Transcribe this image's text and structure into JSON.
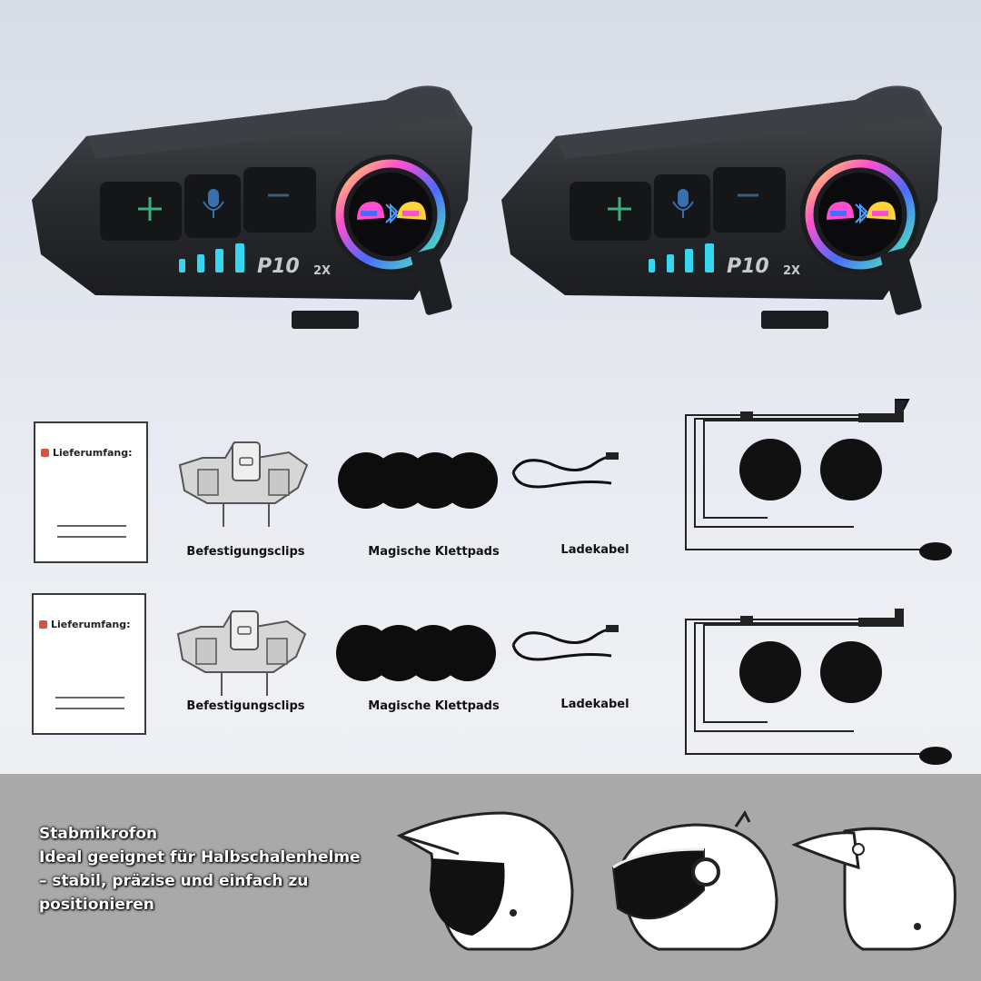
{
  "product": {
    "device_brand": "P10",
    "device_model_suffix": "2X",
    "ring_icons": [
      "helmet-icon",
      "bluetooth-icon",
      "helmet-icon"
    ],
    "buttons": [
      "plus-icon",
      "microphone-icon",
      "minus-icon"
    ]
  },
  "package_rows": [
    {
      "card_title": "Lieferumfang:",
      "items": [
        {
          "label": "Befestigungsclips",
          "icon": "mounting-clip-icon"
        },
        {
          "label": "Magische Klettpads",
          "icon": "velcro-pads-icon"
        },
        {
          "label": "Ladekabel",
          "icon": "usb-cable-icon"
        }
      ],
      "extra_icon": "headset-speakers-mic-icon"
    },
    {
      "card_title": "Lieferumfang:",
      "items": [
        {
          "label": "Befestigungsclips",
          "icon": "mounting-clip-icon"
        },
        {
          "label": "Magische Klettpads",
          "icon": "velcro-pads-icon"
        },
        {
          "label": "Ladekabel",
          "icon": "usb-cable-icon"
        }
      ],
      "extra_icon": "headset-speakers-mic-icon"
    }
  ],
  "bottom": {
    "lines": [
      "Stabmikrofon",
      "Ideal geeignet für Halbschalenhelme",
      "– stabil, präzise und einfach zu",
      "positionieren"
    ],
    "helmets": [
      "open-face-helmet-icon",
      "visor-helmet-icon",
      "half-shell-helmet-icon"
    ]
  },
  "colors": {
    "band": "#a9a9a9",
    "device_body": "#2b2d31",
    "light_bar": "#35d6f0",
    "button_icon": "#3fae7a"
  }
}
